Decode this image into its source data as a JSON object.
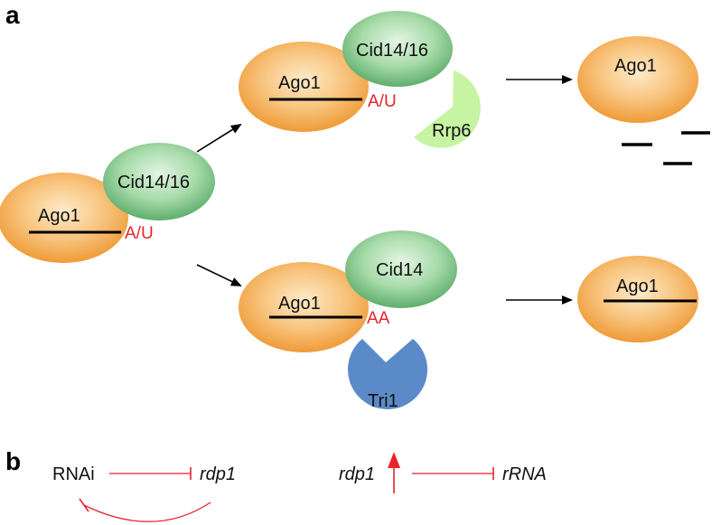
{
  "panels": {
    "a": "a",
    "b": "b"
  },
  "labels": {
    "ago1": "Ago1",
    "cid14_16": "Cid14/16",
    "cid14": "Cid14",
    "rrp6": "Rrp6",
    "tri1": "Tri1",
    "au": "A/U",
    "aa": "AA",
    "rnai": "RNAi",
    "rdp1": "rdp1",
    "rrna": "rRNA"
  },
  "colors": {
    "ago_light": "#fde6bf",
    "ago_dark": "#f2a13a",
    "cid_light": "#d8f0d8",
    "cid_dark": "#6cb878",
    "rrp6": "#c6f4a2",
    "tri1": "#5b8ac8",
    "accent_red": "#e8232b"
  }
}
